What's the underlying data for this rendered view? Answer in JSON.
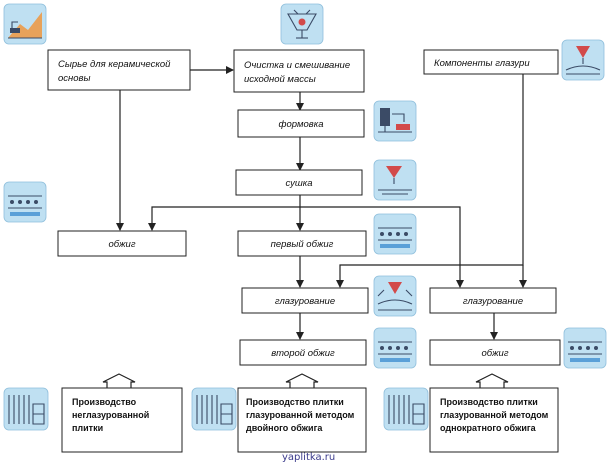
{
  "nodes": {
    "raw": [
      "Сырье для керамической",
      "основы"
    ],
    "clean": [
      "Очистка и смешивание",
      "исходной массы"
    ],
    "glaze_components": [
      "Компоненты глазури"
    ],
    "molding": [
      "формовка"
    ],
    "drying": [
      "сушка"
    ],
    "firing": [
      "обжиг"
    ],
    "first_firing": [
      "первый обжиг"
    ],
    "glazing_double": [
      "глазурование"
    ],
    "glazing_single": [
      "глазурование"
    ],
    "second_firing": [
      "второй обжиг"
    ],
    "firing_single": [
      "обжиг"
    ]
  },
  "outputs": {
    "unglazed": [
      "Производство",
      "неглазурованной",
      "плитки"
    ],
    "double": [
      "Производство плитки",
      "глазурованной методом",
      "двойного обжига"
    ],
    "single": [
      "Производство плитки",
      "глазурованной методом",
      "однократного обжига"
    ]
  },
  "watermark": "yaplitka.ru",
  "colors": {
    "icon_bg": "#bfe0f2",
    "ink": "#3b4b66",
    "accent": "#d24a4a"
  },
  "icons": [
    "quarry-icon",
    "mixer-icon",
    "glaze-dispenser-icon",
    "press-icon",
    "dryer-icon",
    "kiln-icon",
    "glazing-line-icon",
    "tile-stack-icon"
  ]
}
